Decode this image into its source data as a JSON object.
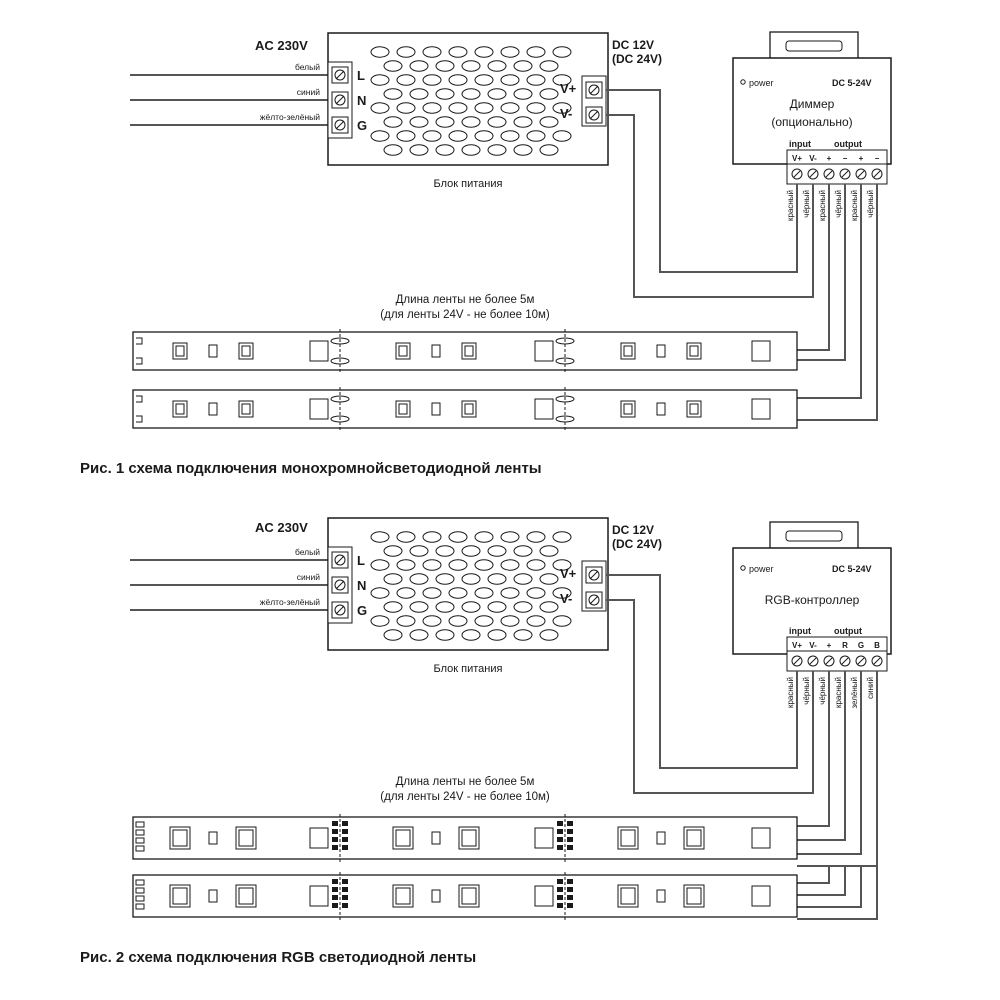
{
  "fig1": {
    "ac_label": "AC 230V",
    "wires": [
      "белый",
      "синий",
      "жёлто-зелёный"
    ],
    "terminals_in": [
      "L",
      "N",
      "G"
    ],
    "dc_label_1": "DC 12V",
    "dc_label_2": "(DC 24V)",
    "terminals_out": [
      "V+",
      "V-"
    ],
    "psu_caption": "Блок питания",
    "device_power": "power",
    "device_voltage": "DC 5-24V",
    "device_name_1": "Диммер",
    "device_name_2": "(опционально)",
    "input_label": "input",
    "output_label": "output",
    "pin_labels": [
      "V+",
      "V-",
      "+",
      "−",
      "+",
      "−"
    ],
    "wire_colors": [
      "красный",
      "чёрный",
      "красный",
      "чёрный",
      "красный",
      "чёрный"
    ],
    "length_note_1": "Длина ленты не более 5м",
    "length_note_2": "(для ленты 24V - не более 10м)",
    "caption": "Рис. 1 схема подключения монохромнойсветодиодной ленты"
  },
  "fig2": {
    "ac_label": "AC 230V",
    "wires": [
      "белый",
      "синий",
      "жёлто-зелёный"
    ],
    "terminals_in": [
      "L",
      "N",
      "G"
    ],
    "dc_label_1": "DC 12V",
    "dc_label_2": "(DC 24V)",
    "terminals_out": [
      "V+",
      "V-"
    ],
    "psu_caption": "Блок питания",
    "device_power": "power",
    "device_voltage": "DC 5-24V",
    "device_name_1": "RGB-контроллер",
    "input_label": "input",
    "output_label": "output",
    "pin_labels": [
      "V+",
      "V-",
      "+",
      "R",
      "G",
      "B"
    ],
    "wire_colors": [
      "красный",
      "чёрный",
      "чёрный",
      "красный",
      "зелёный",
      "синий"
    ],
    "length_note_1": "Длина ленты не более 5м",
    "length_note_2": "(для ленты 24V - не более 10м)",
    "caption": "Рис. 2 схема подключения RGB светодиодной ленты"
  },
  "colors": {
    "ink": "#1a1a1a",
    "wire": "#555555",
    "paper": "#ffffff"
  }
}
